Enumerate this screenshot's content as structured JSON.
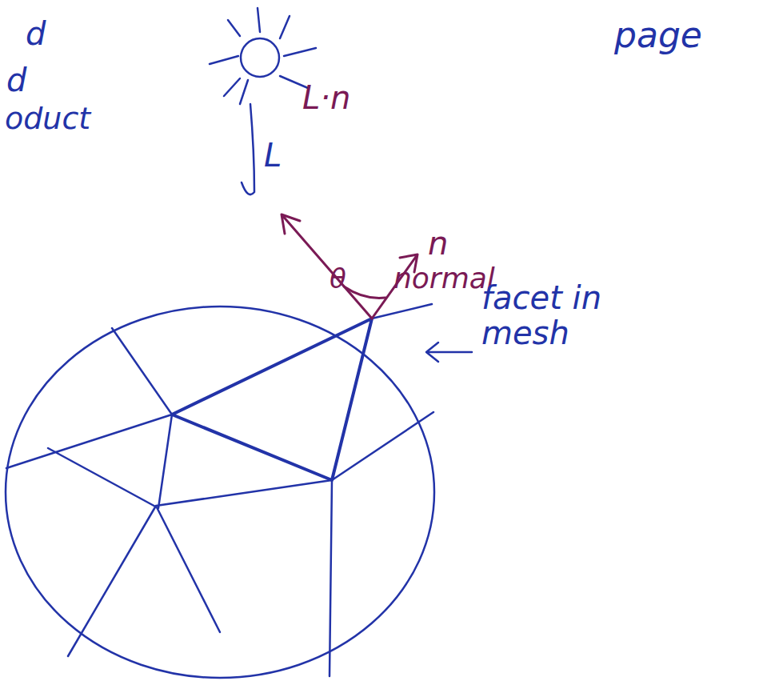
{
  "diagram": {
    "labels": [
      "d",
      "d",
      "oduct",
      "page",
      "L",
      "L·n",
      "θ",
      "n",
      "normal",
      "facet in mesh"
    ]
  }
}
